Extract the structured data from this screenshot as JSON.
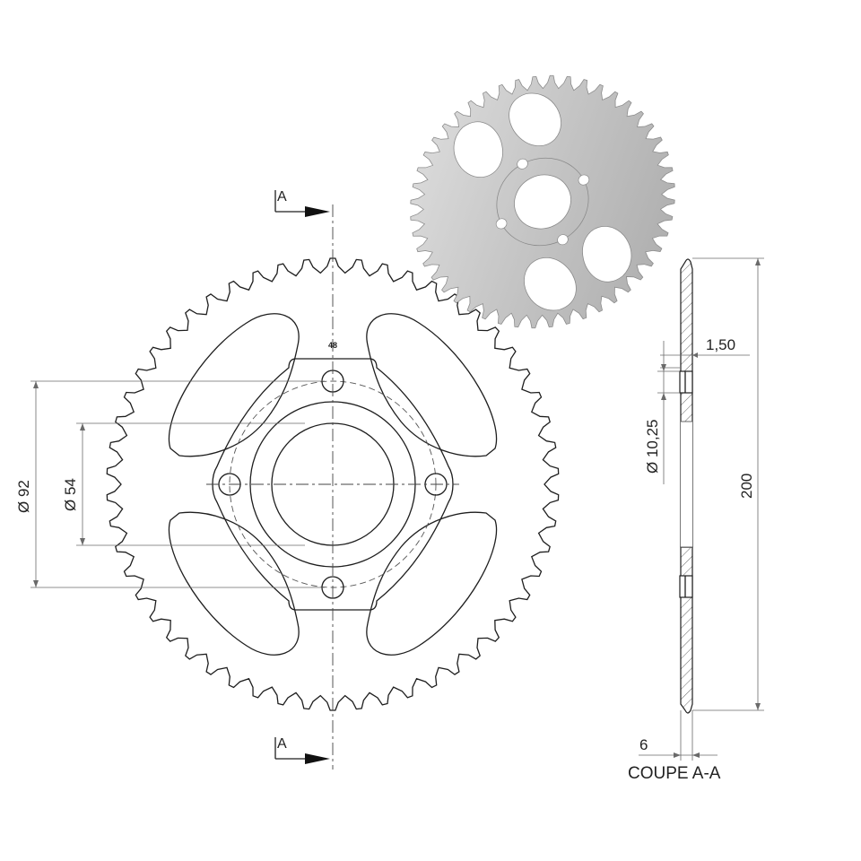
{
  "front_view": {
    "teeth_count_label": "48",
    "section_mark_label": "A",
    "bolt_circle_dim": "Ø 92",
    "bore_dim": "Ø 54"
  },
  "section_view": {
    "title": "COUPE A-A",
    "outer_diameter_dim": "200",
    "hole_diameter_dim": "Ø 10,25",
    "chamfer_dim": "1,50",
    "thickness_dim": "6"
  },
  "colors": {
    "line": "#1e1e1e",
    "dimension": "#6a6a6a",
    "render_metal": "#c9c9c9",
    "background": "#ffffff"
  }
}
